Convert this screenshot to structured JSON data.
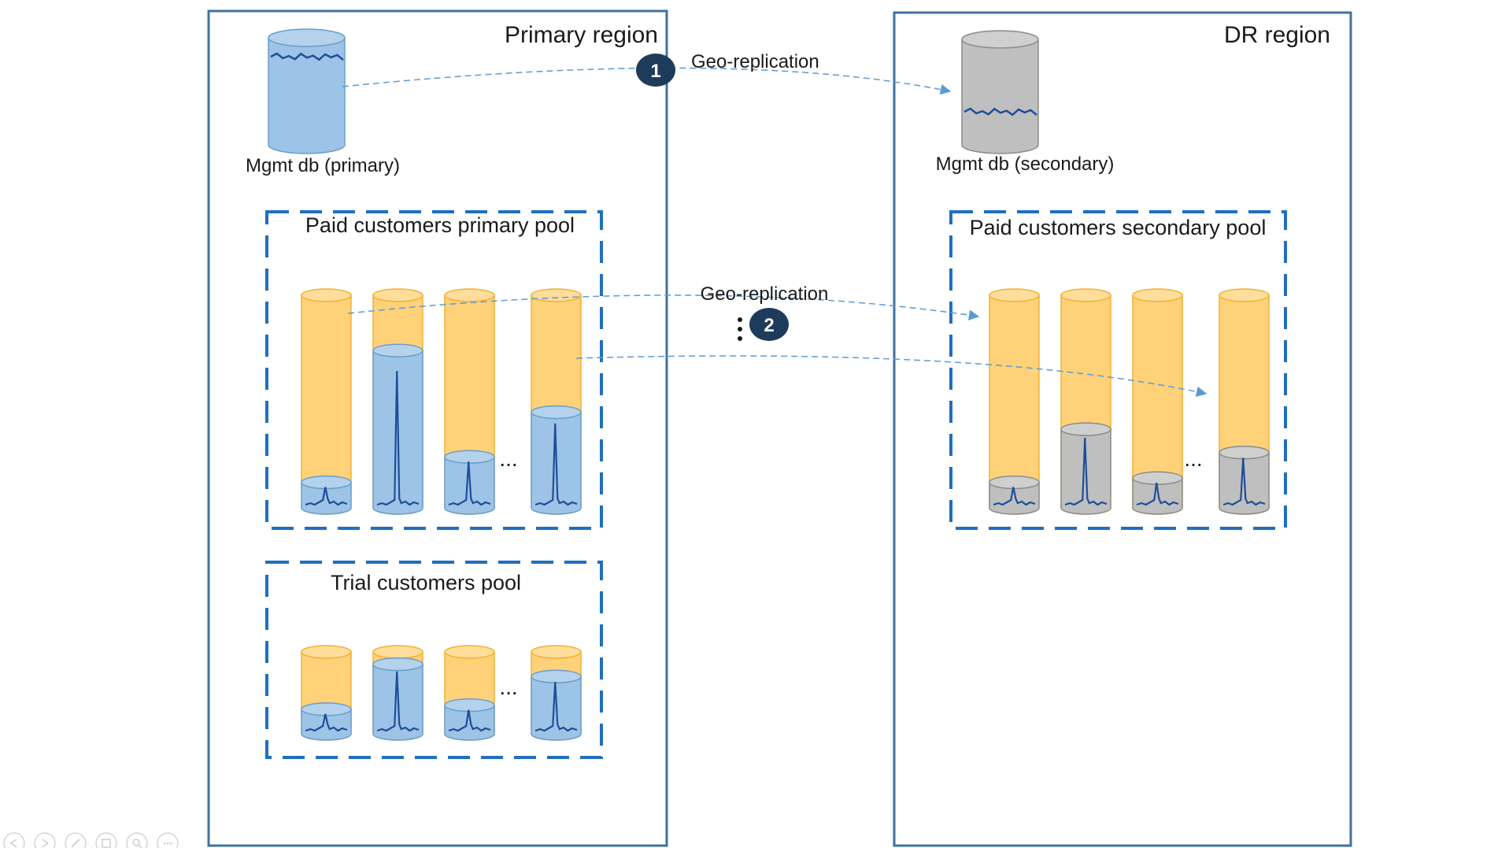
{
  "regions": {
    "primary": {
      "title": "Primary region"
    },
    "dr": {
      "title": "DR region"
    }
  },
  "mgmt_db": {
    "primary_label": "Mgmt db (primary)",
    "secondary_label": "Mgmt db (secondary)"
  },
  "pools": {
    "paid_primary": {
      "title": "Paid customers primary pool",
      "fill_levels": [
        0.12,
        0.74,
        0.24,
        0.45
      ]
    },
    "trial": {
      "title": "Trial customers pool",
      "fill_levels": [
        0.3,
        0.85,
        0.35,
        0.7
      ]
    },
    "paid_secondary": {
      "title": "Paid customers secondary pool",
      "fill_levels": [
        0.12,
        0.37,
        0.14,
        0.26
      ]
    }
  },
  "ellipsis": "...",
  "replication": {
    "label_1": "Geo-replication",
    "badge_1": "1",
    "label_2": "Geo-replication",
    "badge_2": "2"
  },
  "colors": {
    "region_border": "#41719C",
    "pool_border": "#1F6FBF",
    "tenant_orange": "#FFD27A",
    "tenant_orange_stroke": "#F2B233",
    "db_blue": "#9DC3E6",
    "db_blue_stroke": "#6A9FCC",
    "db_gray": "#BFBFBF",
    "db_gray_stroke": "#8C8C8C",
    "badge": "#1F3B5C",
    "arrow": "#5B9BD5",
    "spike": "#1F4E99"
  },
  "toolbar_icons": [
    "prev-icon",
    "next-icon",
    "pen-icon",
    "slides-icon",
    "zoom-icon",
    "more-icon"
  ]
}
